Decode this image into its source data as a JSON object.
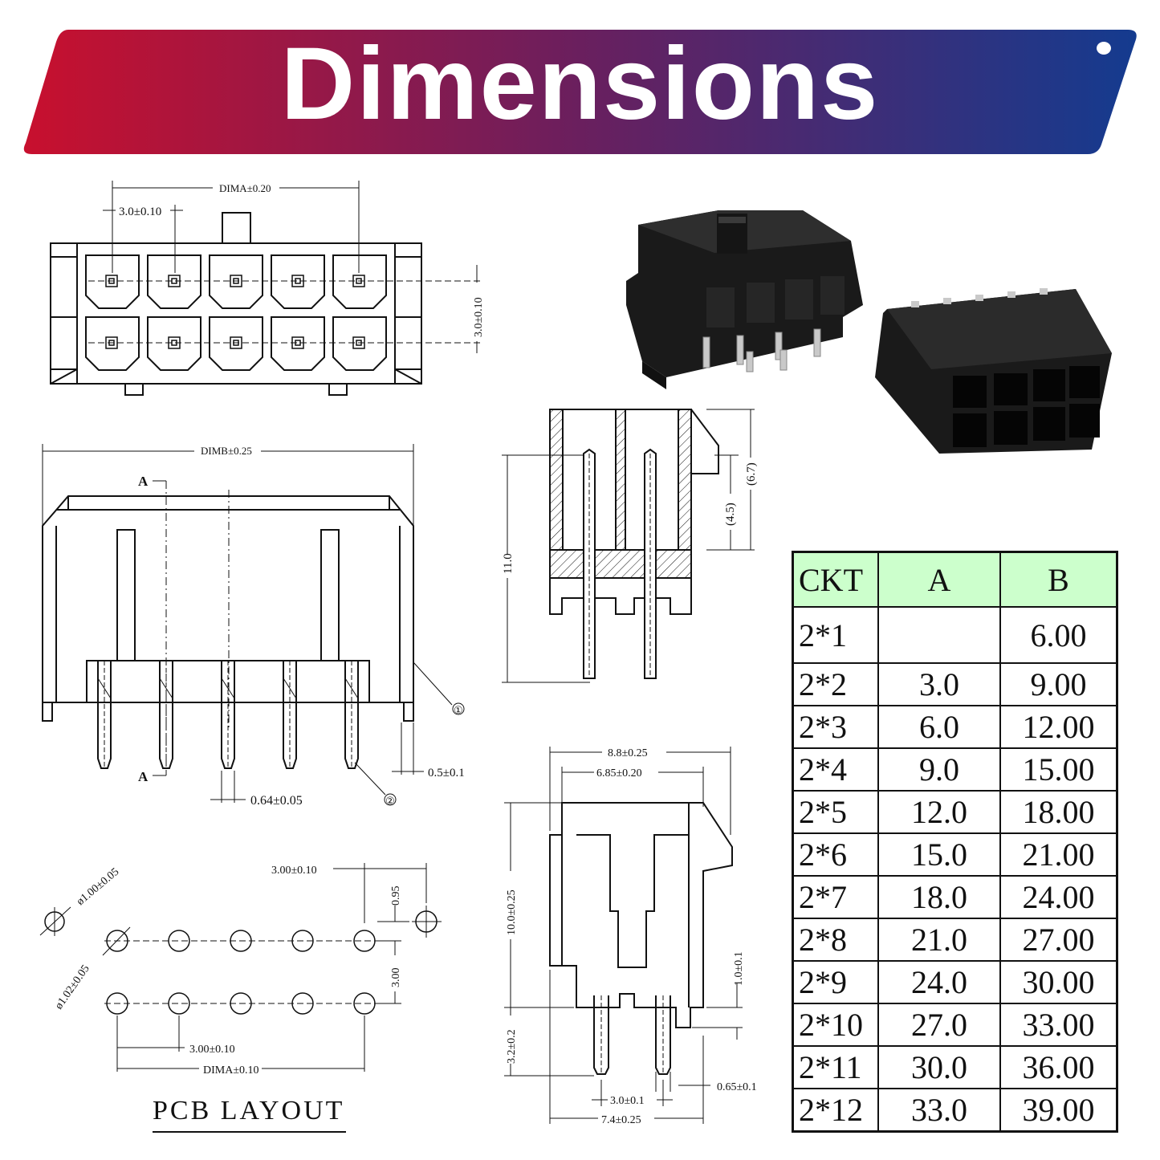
{
  "banner": {
    "title": "Dimensions",
    "color_start": "#c8102e",
    "color_end": "#143b8f"
  },
  "top_view": {
    "dim_a": "DIMA±0.20",
    "pitch": "3.0±0.10",
    "row_pitch": "3.0±0.10"
  },
  "side_view": {
    "dim_b": "DIMB±0.25",
    "section_mark_top": "A",
    "section_mark_bottom": "A",
    "pin_width": "0.64±0.05",
    "offset": "0.5±0.1",
    "callout_1": "①",
    "callout_2": "②"
  },
  "section_view": {
    "height": "11.0",
    "inner_a": "(4.5)",
    "inner_b": "(6.7)"
  },
  "end_view": {
    "width_outer": "8.8±0.25",
    "width_inner": "6.85±0.20",
    "height": "10.0±0.25",
    "standoff": "1.0±0.1",
    "pin_length": "3.2±0.2",
    "pin_pitch": "3.0±0.1",
    "base_width": "7.4±0.25",
    "pin_size": "0.65±0.1"
  },
  "pcb_layout": {
    "hole_dia_small": "ø1.00±0.05",
    "hole_dia_large": "ø1.02±0.05",
    "top_pitch": "3.00±0.10",
    "offset": "0.95",
    "row_pitch": "3.00",
    "bottom_pitch": "3.00±0.10",
    "dim_a": "DIMA±0.10",
    "label": "PCB LAYOUT"
  },
  "table": {
    "headers": [
      "CKT",
      "A",
      "B"
    ],
    "rows": [
      [
        "2*1",
        "",
        "6.00"
      ],
      [
        "2*2",
        "3.0",
        "9.00"
      ],
      [
        "2*3",
        "6.0",
        "12.00"
      ],
      [
        "2*4",
        "9.0",
        "15.00"
      ],
      [
        "2*5",
        "12.0",
        "18.00"
      ],
      [
        "2*6",
        "15.0",
        "21.00"
      ],
      [
        "2*7",
        "18.0",
        "24.00"
      ],
      [
        "2*8",
        "21.0",
        "27.00"
      ],
      [
        "2*9",
        "24.0",
        "30.00"
      ],
      [
        "2*10",
        "27.0",
        "33.00"
      ],
      [
        "2*11",
        "30.0",
        "36.00"
      ],
      [
        "2*12",
        "33.0",
        "39.00"
      ]
    ],
    "header_color": "#ccffcc"
  }
}
